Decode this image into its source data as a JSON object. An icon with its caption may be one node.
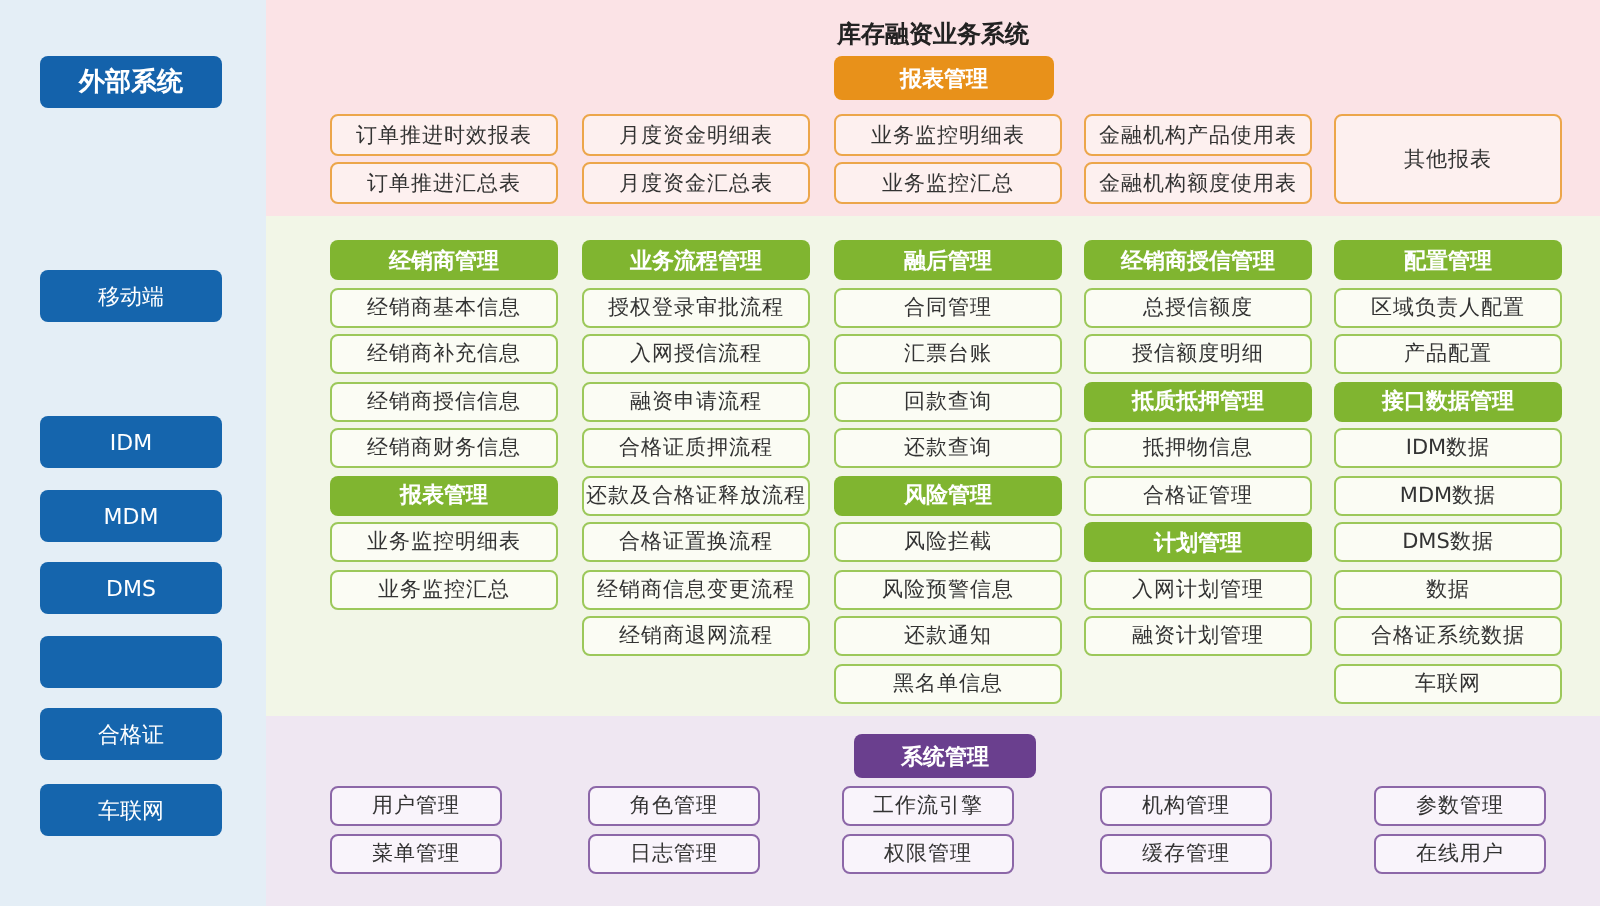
{
  "diagram": {
    "nodes": [
      {
        "text": [
          "外部系统"
        ]
      },
      {
        "text": [
          "移动端"
        ]
      },
      {
        "text": [
          "IDM"
        ]
      },
      {
        "text": [
          "MDM"
        ]
      },
      {
        "text": [
          "DMS"
        ]
      },
      {
        "text": [],
        "shape": "box"
      },
      {
        "text": [
          "合格证"
        ]
      },
      {
        "text": [
          "车联网"
        ]
      },
      {
        "text": [
          "库存融资业务系统"
        ]
      },
      {
        "text": [
          "报表管理"
        ],
        "in": 8
      },
      {
        "text": [
          "订单推进时效报表"
        ],
        "in": 8
      },
      {
        "text": [
          "月度资金明细表"
        ],
        "in": 8
      },
      {
        "text": [
          "业务监控明细表"
        ],
        "in": 8
      },
      {
        "text": [
          "金融机构产品使用表"
        ],
        "in": 8
      },
      {
        "text": [
          "其他报表"
        ],
        "in": 8
      },
      {
        "text": [
          "订单推进汇总表"
        ],
        "in": 8
      },
      {
        "text": [
          "月度资金汇总表"
        ],
        "in": 8
      },
      {
        "text": [
          "业务监控汇总"
        ],
        "in": 8
      },
      {
        "text": [
          "金融机构额度使用表"
        ],
        "in": 8
      },
      {
        "text": [
          "经销商管理"
        ]
      },
      {
        "text": [
          "经销商基本信息"
        ]
      },
      {
        "text": [
          "经销商补充信息"
        ]
      },
      {
        "text": [
          "经销商授信信息"
        ]
      },
      {
        "text": [
          "经销商财务信息"
        ]
      },
      {
        "text": [
          "报表管理"
        ]
      },
      {
        "text": [
          "业务监控明细表"
        ]
      },
      {
        "text": [
          "业务监控汇总"
        ]
      },
      {
        "text": [
          "业务流程管理"
        ]
      },
      {
        "text": [
          "授权登录审批流程"
        ]
      },
      {
        "text": [
          "入网授信流程"
        ]
      },
      {
        "text": [
          "融资申请流程"
        ]
      },
      {
        "text": [
          "合格证质押流程"
        ]
      },
      {
        "text": [
          "还款及合格证释放流程"
        ]
      },
      {
        "text": [
          "合格证置换流程"
        ]
      },
      {
        "text": [
          "经销商信息变更流程"
        ]
      },
      {
        "text": [
          "经销商退网流程"
        ]
      },
      {
        "text": [
          "融后管理"
        ]
      },
      {
        "text": [
          "合同管理"
        ]
      },
      {
        "text": [
          "汇票台账"
        ]
      },
      {
        "text": [
          "回款查询"
        ]
      },
      {
        "text": [
          "还款查询"
        ]
      },
      {
        "text": [
          "风险管理"
        ]
      },
      {
        "text": [
          "风险拦截"
        ]
      },
      {
        "text": [
          "风险预警信息"
        ]
      },
      {
        "text": [
          "还款通知"
        ]
      },
      {
        "text": [
          "黑名单信息"
        ]
      },
      {
        "text": [
          "经销商授信管理"
        ]
      },
      {
        "text": [
          "总授信额度"
        ]
      },
      {
        "text": [
          "授信额度明细"
        ]
      },
      {
        "text": [
          "抵质抵押管理"
        ]
      },
      {
        "text": [
          "抵押物信息"
        ]
      },
      {
        "text": [
          "合格证管理"
        ]
      },
      {
        "text": [
          "计划管理"
        ]
      },
      {
        "text": [
          "入网计划管理"
        ]
      },
      {
        "text": [
          "融资计划管理"
        ]
      },
      {
        "text": [
          "配置管理"
        ]
      },
      {
        "text": [
          "区域负责人配置"
        ]
      },
      {
        "text": [
          "产品配置"
        ]
      },
      {
        "text": [
          "接口数据管理"
        ]
      },
      {
        "text": [
          "IDM数据"
        ]
      },
      {
        "text": [
          "MDM数据"
        ]
      },
      {
        "text": [
          "DMS数据"
        ]
      },
      {
        "text": [
          "数据"
        ]
      },
      {
        "text": [
          "合格证系统数据"
        ]
      },
      {
        "text": [
          "车联网"
        ]
      },
      {
        "text": [
          "系统管理"
        ]
      },
      {
        "text": [
          "用户管理"
        ]
      },
      {
        "text": [
          "角色管理"
        ]
      },
      {
        "text": [
          "工作流引擎"
        ]
      },
      {
        "text": [
          "机构管理"
        ]
      },
      {
        "text": [
          "参数管理"
        ]
      },
      {
        "text": [
          "菜单管理"
        ]
      },
      {
        "text": [
          "日志管理"
        ]
      },
      {
        "text": [
          "权限管理"
        ]
      },
      {
        "text": [
          "缓存管理"
        ]
      },
      {
        "text": [
          "在线用户"
        ]
      }
    ]
  }
}
